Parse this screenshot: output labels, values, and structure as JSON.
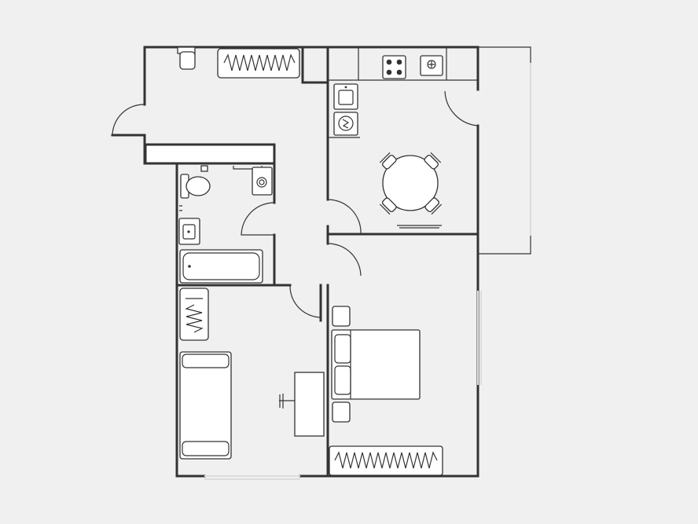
{
  "colors": {
    "background": "#f0f0f0",
    "wall": "#333333",
    "furniture_fill": "#ffffff",
    "window": "#dcdcdc"
  },
  "plan": {
    "rooms": [
      "hallway",
      "kitchen",
      "bathroom",
      "living-room",
      "bedroom",
      "balcony"
    ],
    "icons": [
      "toilet-icon",
      "sink-icon",
      "bathtub-icon",
      "washing-machine-icon",
      "stove-icon",
      "dining-table-icon",
      "chair-icon",
      "double-bed-icon",
      "single-bed-icon",
      "wardrobe-icon",
      "desk-icon",
      "nightstand-icon",
      "door-swing-icon",
      "window-icon"
    ]
  }
}
